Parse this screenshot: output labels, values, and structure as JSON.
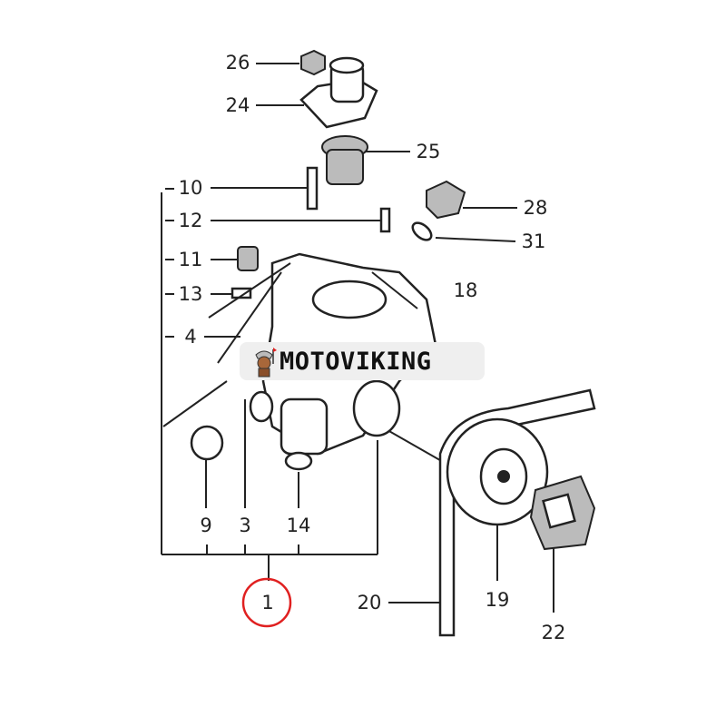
{
  "labels": {
    "p26": "26",
    "p24": "24",
    "p25": "25",
    "p10": "10",
    "p12": "12",
    "p11": "11",
    "p13": "13",
    "p4": "4",
    "p28": "28",
    "p31": "31",
    "p18": "18",
    "p9": "9",
    "p3": "3",
    "p14": "14",
    "p1": "1",
    "p20": "20",
    "p19": "19",
    "p22": "22"
  },
  "watermark": {
    "text": "MOTOVIKING"
  },
  "colors": {
    "highlight": "#e02020",
    "line": "#222222"
  }
}
